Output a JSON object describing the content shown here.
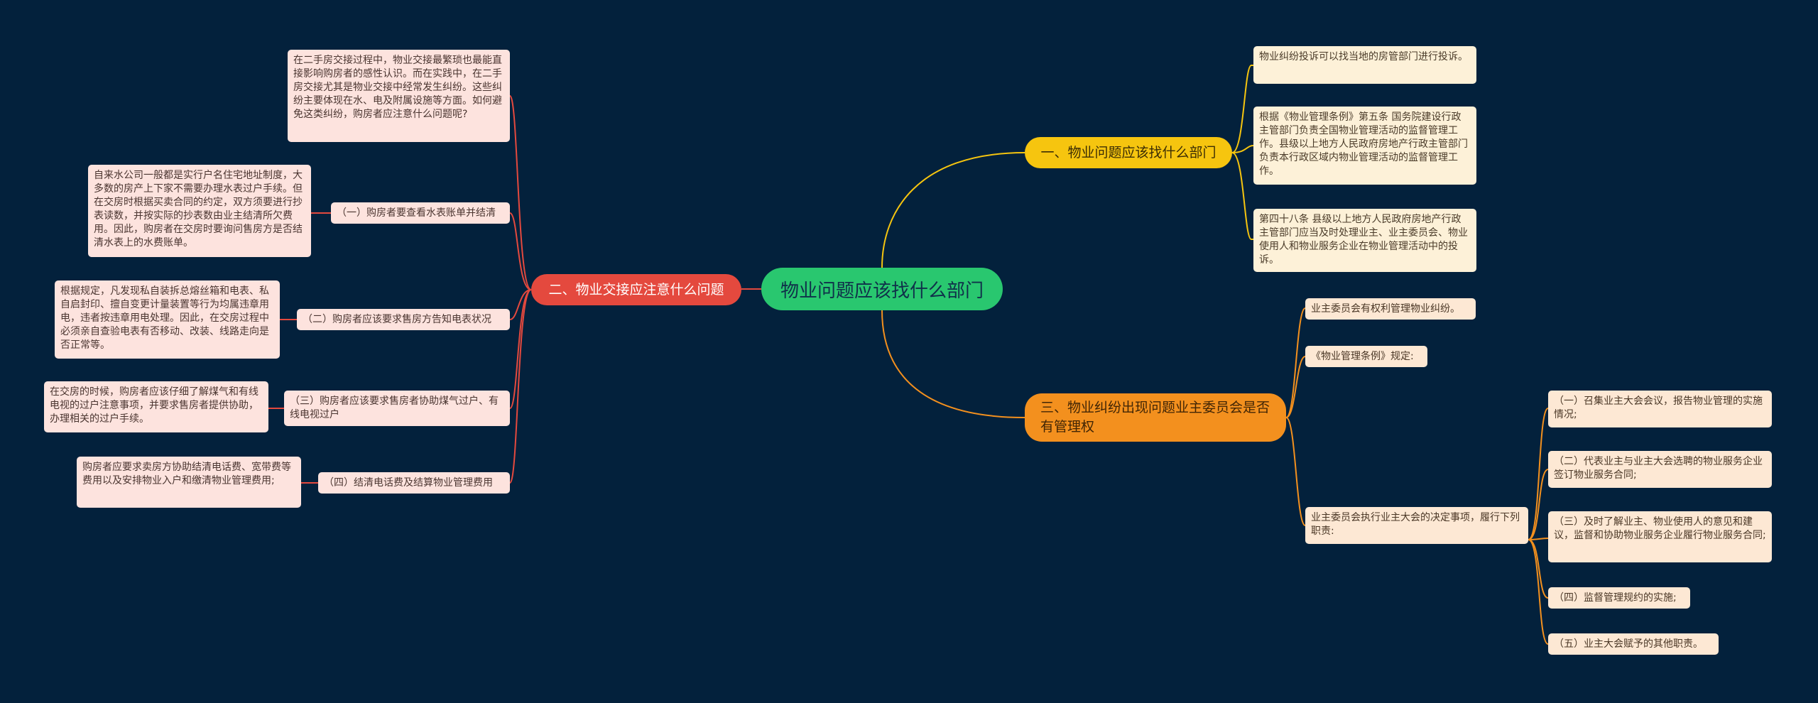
{
  "root": "物业问题应该找什么部门",
  "branch1": {
    "title": "一、物业问题应该找什么部门",
    "leaves": [
      "物业纠纷投诉可以找当地的房管部门进行投诉。",
      "根据《物业管理条例》第五条 国务院建设行政主管部门负责全国物业管理活动的监督管理工作。县级以上地方人民政府房地产行政主管部门负责本行政区域内物业管理活动的监督管理工作。",
      "第四十八条 县级以上地方人民政府房地产行政主管部门应当及时处理业主、业主委员会、物业使用人和物业服务企业在物业管理活动中的投诉。"
    ]
  },
  "branch2": {
    "title": "二、物业交接应注意什么问题",
    "intro": "在二手房交接过程中，物业交接最繁琐也最能直接影响购房者的感性认识。而在实践中，在二手房交接尤其是物业交接中经常发生纠纷。这些纠纷主要体现在水、电及附属设施等方面。如何避免这类纠纷，购房者应注意什么问题呢?",
    "items": [
      {
        "title": "（一）购房者要查看水表账单并结清",
        "detail": "自来水公司一般都是实行户名住宅地址制度，大多数的房产上下家不需要办理水表过户手续。但在交房时根据买卖合同的约定，双方须要进行抄表读数，并按实际的抄表数由业主结清所欠费用。因此，购房者在交房时要询问售房方是否结清水表上的水费账单。"
      },
      {
        "title": "（二）购房者应该要求售房方告知电表状况",
        "detail": "根据规定，凡发现私自装拆总熔丝箱和电表、私自启封印、擅自变更计量装置等行为均属违章用电，违者按违章用电处理。因此，在交房过程中必须亲自查验电表有否移动、改装、线路走向是否正常等。"
      },
      {
        "title": "（三）购房者应该要求售房者协助煤气过户、有线电视过户",
        "detail": "在交房的时候，购房者应该仔细了解煤气和有线电视的过户注意事项，并要求售房者提供协助，办理相关的过户手续。"
      },
      {
        "title": "（四）结清电话费及结算物业管理费用",
        "detail": "购房者应要求卖房方协助结清电话费、宽带费等费用以及安排物业入户和缴清物业管理费用;"
      }
    ]
  },
  "branch3": {
    "title": "三、物业纠纷出现问题业主委员会是否有管理权",
    "leaves": [
      "业主委员会有权利管理物业纠纷。",
      "《物业管理条例》规定:",
      "业主委员会执行业主大会的决定事项，履行下列职责:"
    ],
    "duties": [
      "（一）召集业主大会会议，报告物业管理的实施情况;",
      "（二）代表业主与业主大会选聘的物业服务企业签订物业服务合同;",
      "（三）及时了解业主、物业使用人的意见和建议，监督和协助物业服务企业履行物业服务合同;",
      "（四）监督管理规约的实施;",
      "（五）业主大会赋予的其他职责。"
    ]
  },
  "colors": {
    "background": "#03213c",
    "root": "#29c76f",
    "branch1": "#f6c50f",
    "branch2": "#e4493e",
    "branch3": "#f3901e"
  }
}
